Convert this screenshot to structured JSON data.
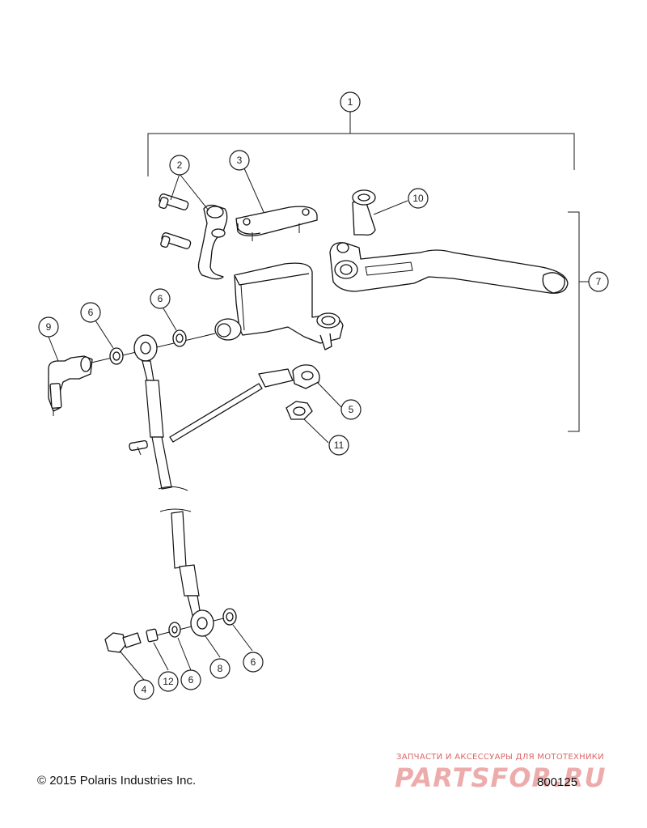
{
  "callouts": {
    "c1": "1",
    "c2": "2",
    "c3": "3",
    "c4": "4",
    "c5": "5",
    "c6a": "6",
    "c6b": "6",
    "c6c": "6",
    "c6d": "6",
    "c7": "7",
    "c8": "8",
    "c9": "9",
    "c10": "10",
    "c11": "11",
    "c12": "12"
  },
  "footer": {
    "copyright": "© 2015 Polaris Industries Inc.",
    "diagram_number": "800125"
  },
  "watermark": {
    "tagline": "ЗАПЧАСТИ И АКСЕССУАРЫ ДЛЯ МОТОТЕХНИКИ",
    "logo": "PARTSFOR.RU"
  },
  "colors": {
    "line": "#111111",
    "watermark": "#d64a4a"
  }
}
